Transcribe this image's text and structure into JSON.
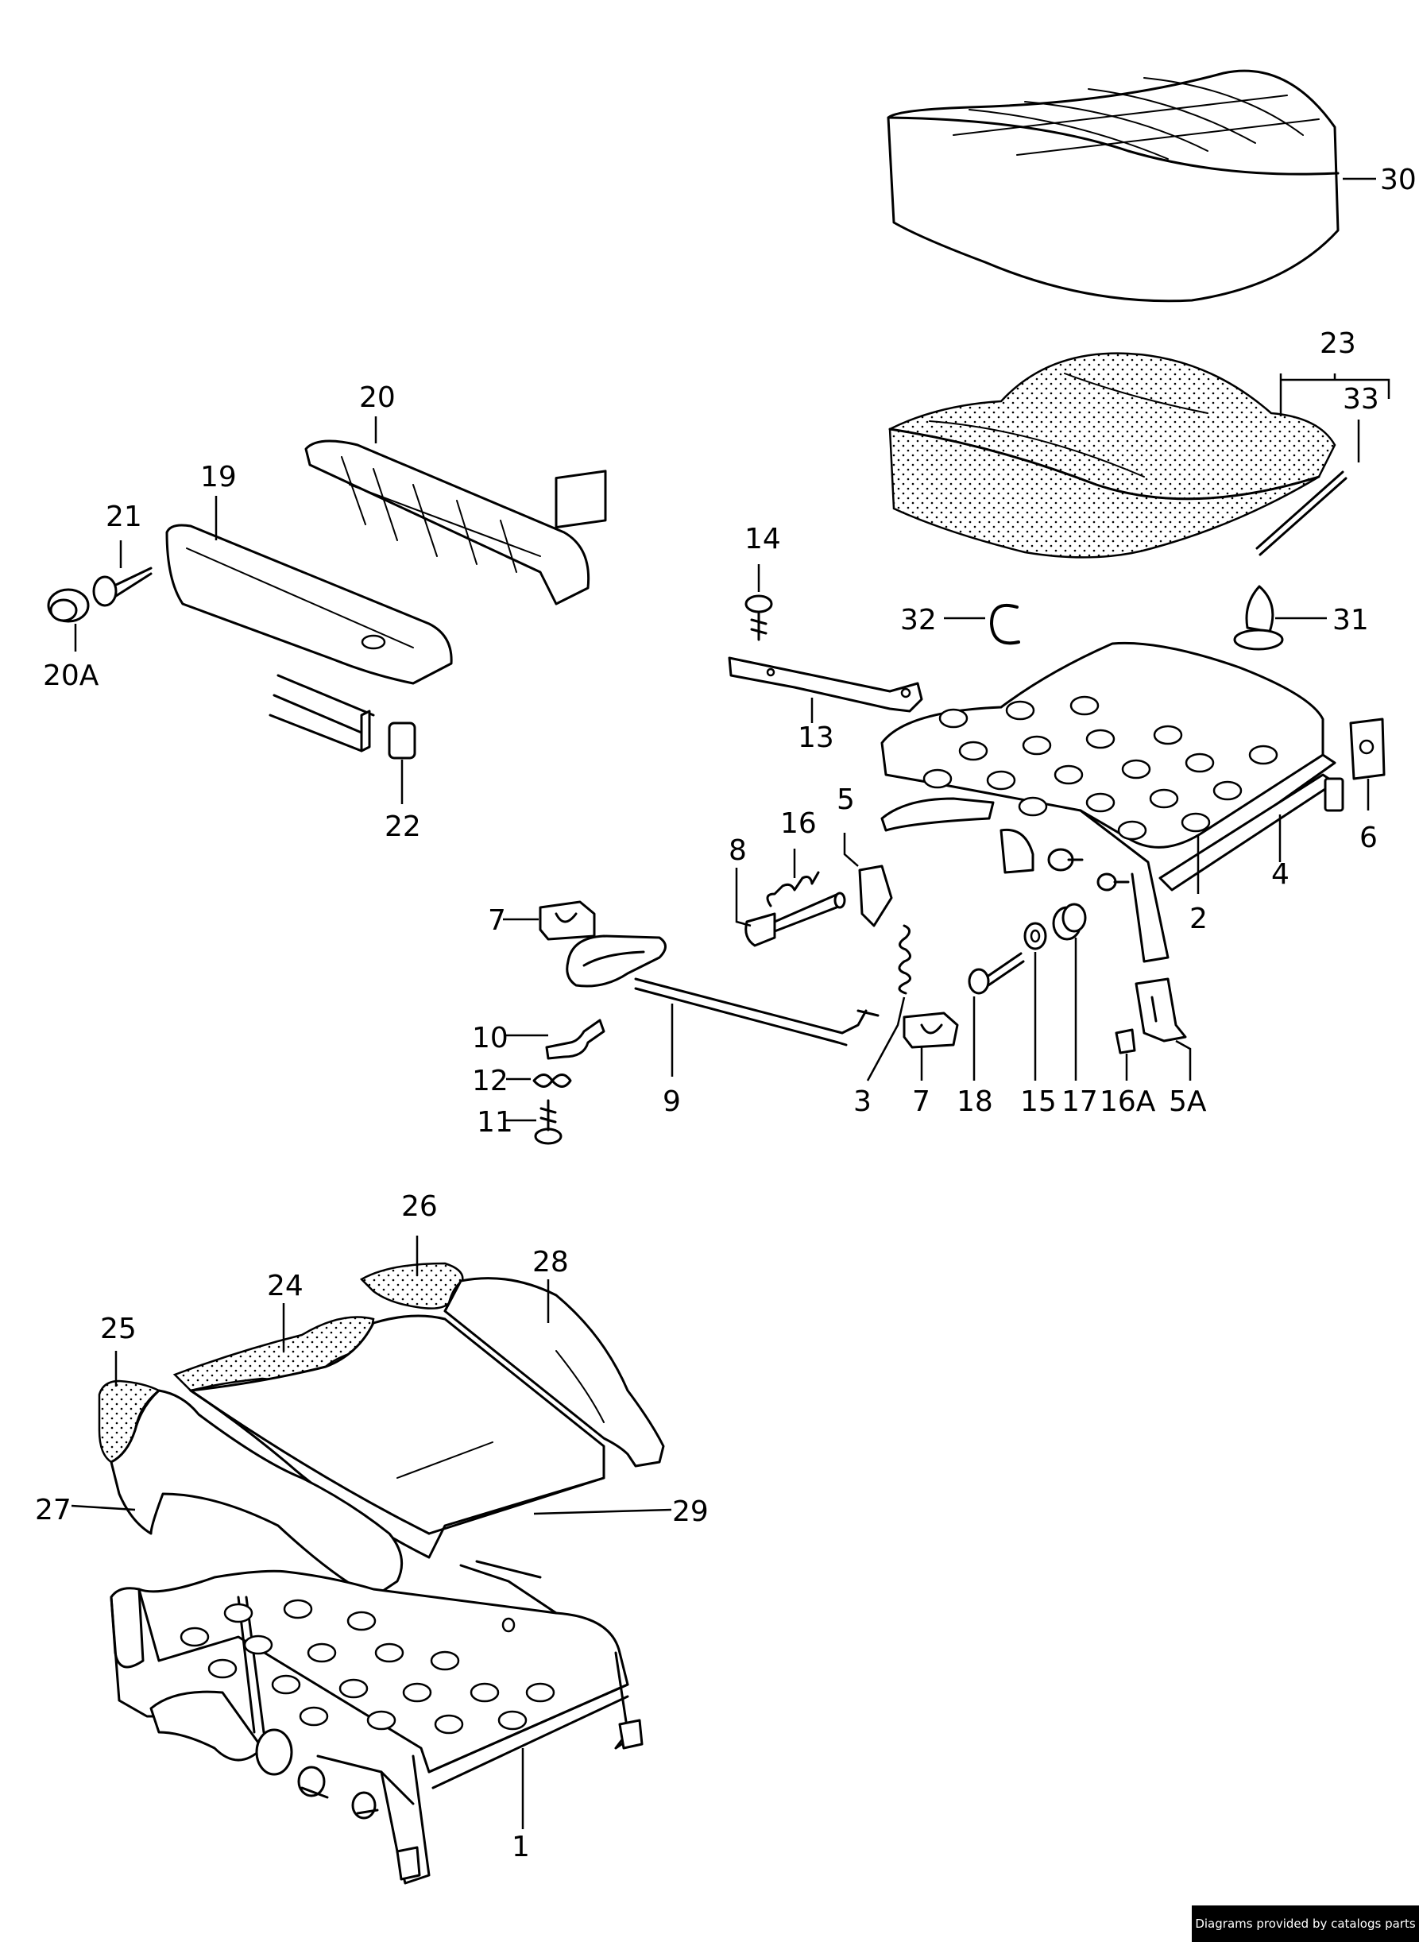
{
  "labels": {
    "l30": "30",
    "l23": "23",
    "l33": "33",
    "l20": "20",
    "l19": "19",
    "l21": "21",
    "l20a": "20A",
    "l22": "22",
    "l14": "14",
    "l13": "13",
    "l32": "32",
    "l31": "31",
    "l6": "6",
    "l4": "4",
    "l2": "2",
    "l5": "5",
    "l16": "16",
    "l8": "8",
    "l7a": "7",
    "l10": "10",
    "l12": "12",
    "l11": "11",
    "l9": "9",
    "l3": "3",
    "l7b": "7",
    "l18": "18",
    "l15": "15",
    "l17": "17",
    "l16a": "16A",
    "l5a": "5A",
    "l26": "26",
    "l24": "24",
    "l28": "28",
    "l25": "25",
    "l27": "27",
    "l29": "29",
    "l1": "1"
  },
  "credit": "Diagrams provided by catalogs parts"
}
